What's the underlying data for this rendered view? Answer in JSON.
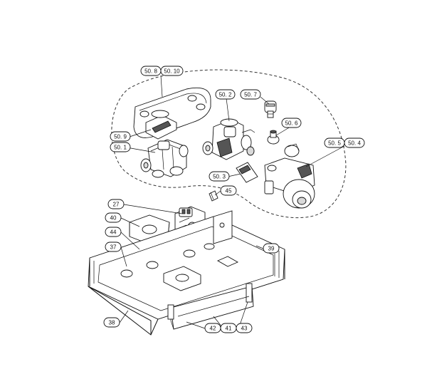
{
  "callouts": [
    {
      "id": "c-50-8",
      "label": "50. 8"
    },
    {
      "id": "c-50-10",
      "label": "50. 10"
    },
    {
      "id": "c-50-2",
      "label": "50. 2"
    },
    {
      "id": "c-50-7",
      "label": "50. 7"
    },
    {
      "id": "c-50-6",
      "label": "50. 6"
    },
    {
      "id": "c-50-9",
      "label": "50. 9"
    },
    {
      "id": "c-50-5",
      "label": "50. 5"
    },
    {
      "id": "c-50-4",
      "label": "50. 4"
    },
    {
      "id": "c-50-1",
      "label": "50. 1"
    },
    {
      "id": "c-50-3",
      "label": "50. 3"
    },
    {
      "id": "c-45",
      "label": "45"
    },
    {
      "id": "c-27",
      "label": "27"
    },
    {
      "id": "c-40",
      "label": "40"
    },
    {
      "id": "c-44",
      "label": "44"
    },
    {
      "id": "c-37",
      "label": "37"
    },
    {
      "id": "c-39",
      "label": "39"
    },
    {
      "id": "c-38",
      "label": "38"
    },
    {
      "id": "c-42",
      "label": "42"
    },
    {
      "id": "c-41",
      "label": "41"
    },
    {
      "id": "c-43",
      "label": "43"
    }
  ]
}
